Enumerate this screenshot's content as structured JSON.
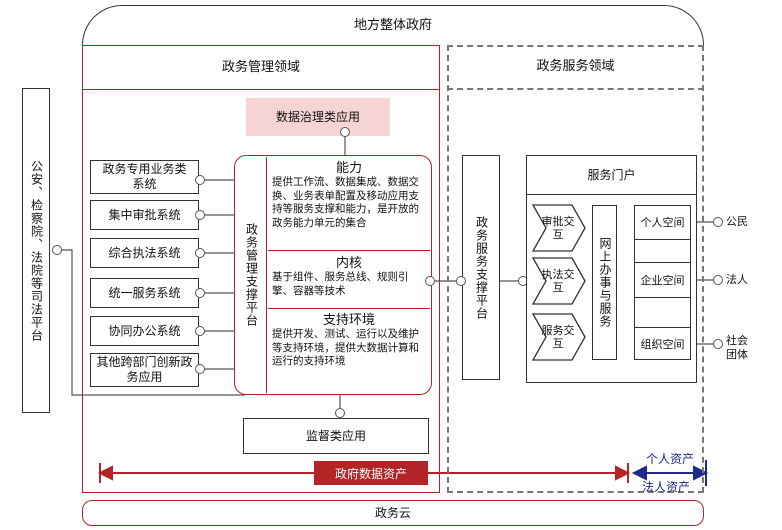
{
  "top_title": "地方整体政府",
  "gov_mgmt_title": "政务管理领域",
  "gov_service_title": "政务服务领域",
  "left_side_label": "公安、检察院、法院等司法平台",
  "data_governance": "数据治理类应用",
  "systems": [
    "政务专用业务类系统",
    "集中审批系统",
    "综合执法系统",
    "统一服务系统",
    "协同办公系统",
    "其他跨部门创新政务应用"
  ],
  "mgmt_platform": "政务管理支撑平台",
  "capability": {
    "title": "能力",
    "text": "提供工作流、数据集成、数据交换、业务表单配置及移动应用支持等服务支撑和能力，是开放的政务能力单元的集合"
  },
  "core": {
    "title": "内核",
    "text": "基于组件、服务总线、规则引擎、容器等技术"
  },
  "support_env": {
    "title": "支持环境",
    "text": "提供开发、测试、运行以及维护等支持环境，提供大数据计算和运行的支持环境"
  },
  "supervision": "监督类应用",
  "service_platform": "政务服务支撑平台",
  "service_portal": "服务门户",
  "interactions": [
    "审批交互",
    "执法交互",
    "服务交互"
  ],
  "online_service": "网上办事与服务",
  "spaces": [
    "个人空间",
    "企业空间",
    "组织空间"
  ],
  "targets": [
    "公民",
    "法人",
    "社会团体"
  ],
  "gov_data_assets": "政府数据资产",
  "personal_assets": "个人资产",
  "legal_assets": "法人资产",
  "gov_cloud": "政务云",
  "colors": {
    "red": "#b42326",
    "pink": "#f6d4d4",
    "blue": "#1f2a8a",
    "gray_dash": "#777777"
  }
}
